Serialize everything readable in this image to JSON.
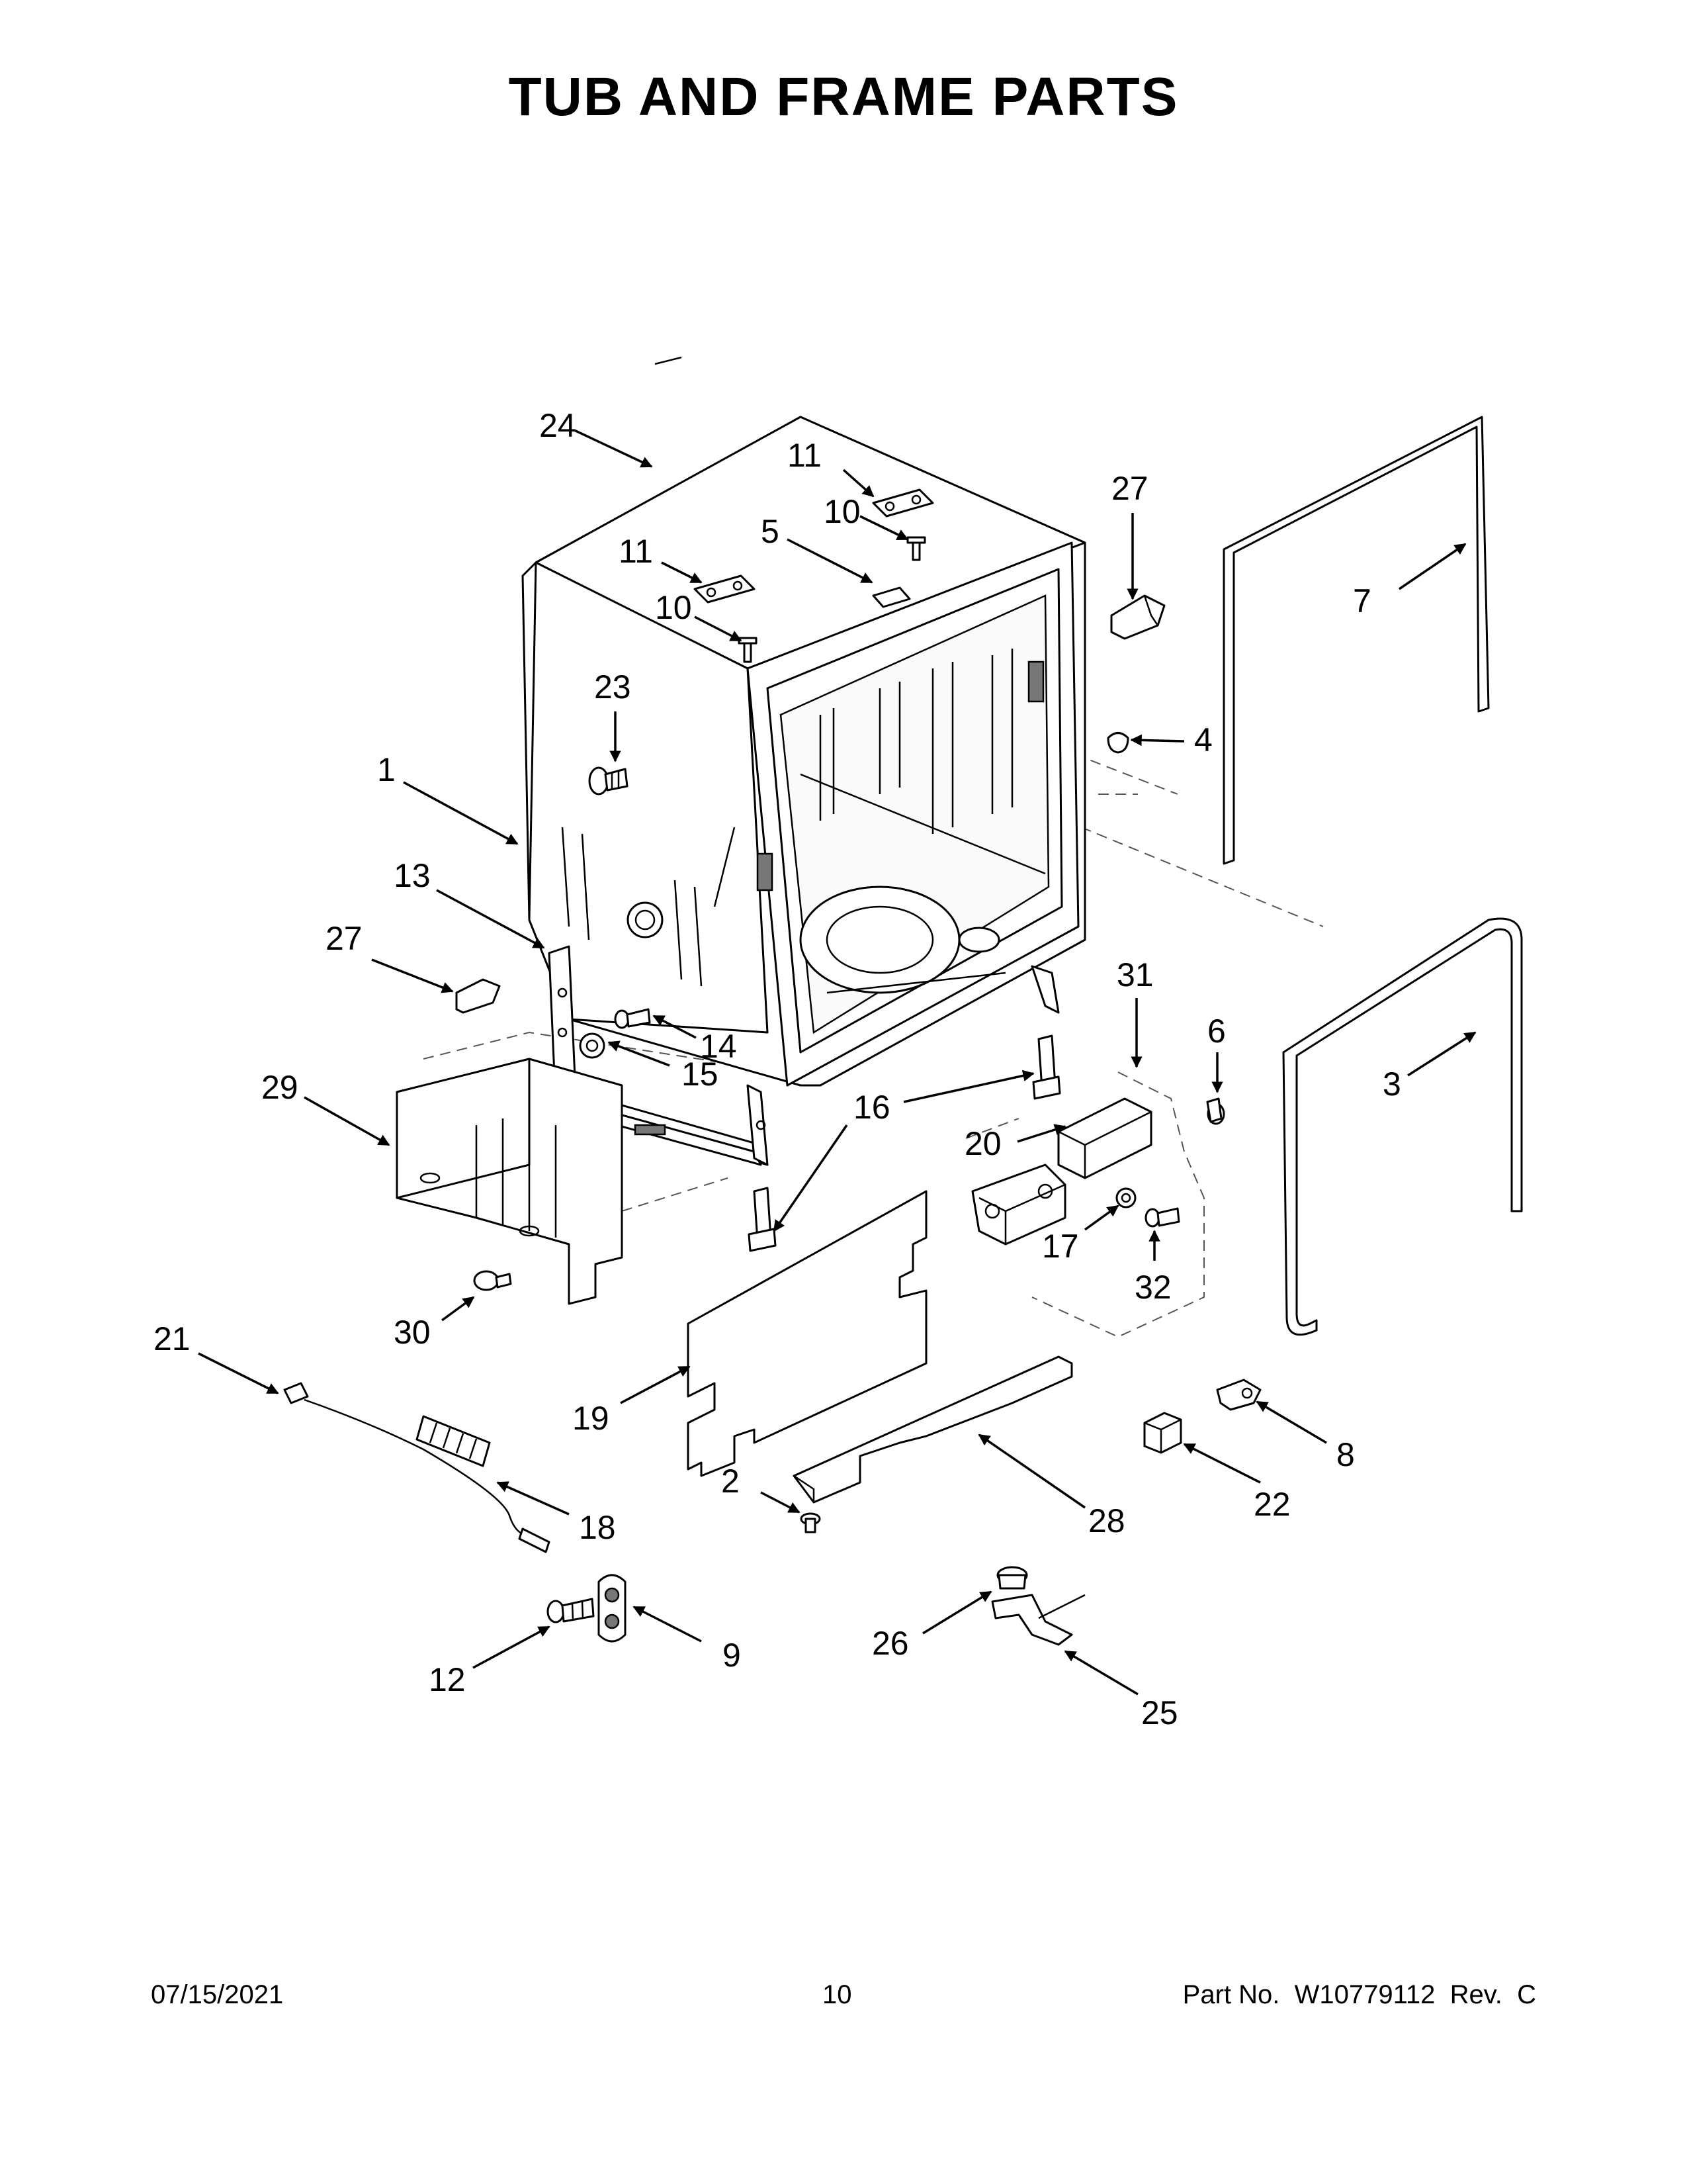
{
  "page": {
    "title": "TUB AND FRAME PARTS"
  },
  "footer": {
    "date": "07/15/2021",
    "page_number": "10",
    "part_number": "Part No.  W10779112  Rev.  C"
  },
  "callouts": [
    {
      "id": "24",
      "label": "24"
    },
    {
      "id": "11a",
      "label": "11"
    },
    {
      "id": "10a",
      "label": "10"
    },
    {
      "id": "5",
      "label": "5"
    },
    {
      "id": "11b",
      "label": "11"
    },
    {
      "id": "10b",
      "label": "10"
    },
    {
      "id": "27a",
      "label": "27"
    },
    {
      "id": "7",
      "label": "7"
    },
    {
      "id": "23",
      "label": "23"
    },
    {
      "id": "4",
      "label": "4"
    },
    {
      "id": "1",
      "label": "1"
    },
    {
      "id": "13",
      "label": "13"
    },
    {
      "id": "27b",
      "label": "27"
    },
    {
      "id": "14",
      "label": "14"
    },
    {
      "id": "15",
      "label": "15"
    },
    {
      "id": "31",
      "label": "31"
    },
    {
      "id": "6",
      "label": "6"
    },
    {
      "id": "3",
      "label": "3"
    },
    {
      "id": "29",
      "label": "29"
    },
    {
      "id": "16",
      "label": "16"
    },
    {
      "id": "20",
      "label": "20"
    },
    {
      "id": "17",
      "label": "17"
    },
    {
      "id": "32",
      "label": "32"
    },
    {
      "id": "30",
      "label": "30"
    },
    {
      "id": "21",
      "label": "21"
    },
    {
      "id": "19",
      "label": "19"
    },
    {
      "id": "8",
      "label": "8"
    },
    {
      "id": "22",
      "label": "22"
    },
    {
      "id": "2",
      "label": "2"
    },
    {
      "id": "28",
      "label": "28"
    },
    {
      "id": "18",
      "label": "18"
    },
    {
      "id": "12",
      "label": "12"
    },
    {
      "id": "9",
      "label": "9"
    },
    {
      "id": "26",
      "label": "26"
    },
    {
      "id": "25",
      "label": "25"
    }
  ]
}
